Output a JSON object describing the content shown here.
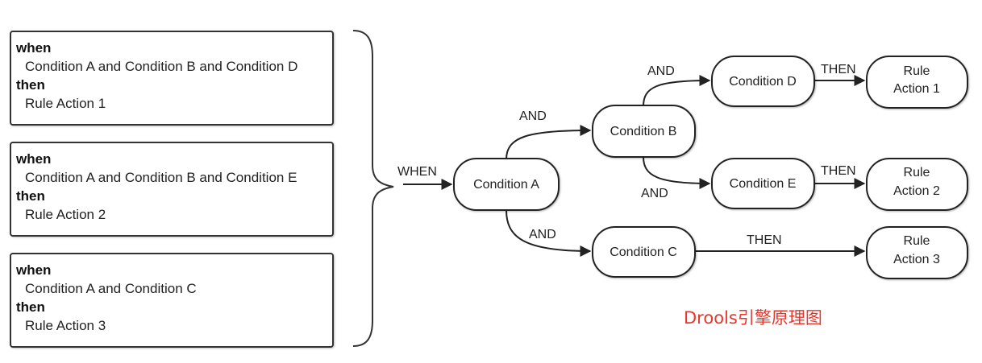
{
  "rules": [
    {
      "when_label": "when",
      "condition": "Condition A and Condition B and Condition D",
      "then_label": "then",
      "action": "Rule Action 1"
    },
    {
      "when_label": "when",
      "condition": "Condition A and Condition B and Condition E",
      "then_label": "then",
      "action": "Rule Action 2"
    },
    {
      "when_label": "when",
      "condition": "Condition A and Condition C",
      "then_label": "then",
      "action": "Rule Action 3"
    }
  ],
  "diagram": {
    "nodes": {
      "cond_a": "Condition A",
      "cond_b": "Condition B",
      "cond_c": "Condition C",
      "cond_d": "Condition D",
      "cond_e": "Condition E",
      "action_1": [
        "Rule",
        "Action 1"
      ],
      "action_2": [
        "Rule",
        "Action 2"
      ],
      "action_3": [
        "Rule",
        "Action 3"
      ]
    },
    "edges": {
      "when": "WHEN",
      "a_to_b": "AND",
      "a_to_c": "AND",
      "b_to_d": "AND",
      "b_to_e": "AND",
      "d_to_1": "THEN",
      "e_to_2": "THEN",
      "c_to_3": "THEN"
    },
    "colors": {
      "caption": "#e8372c",
      "stroke": "#222222"
    }
  },
  "caption": "Drools引擎原理图"
}
